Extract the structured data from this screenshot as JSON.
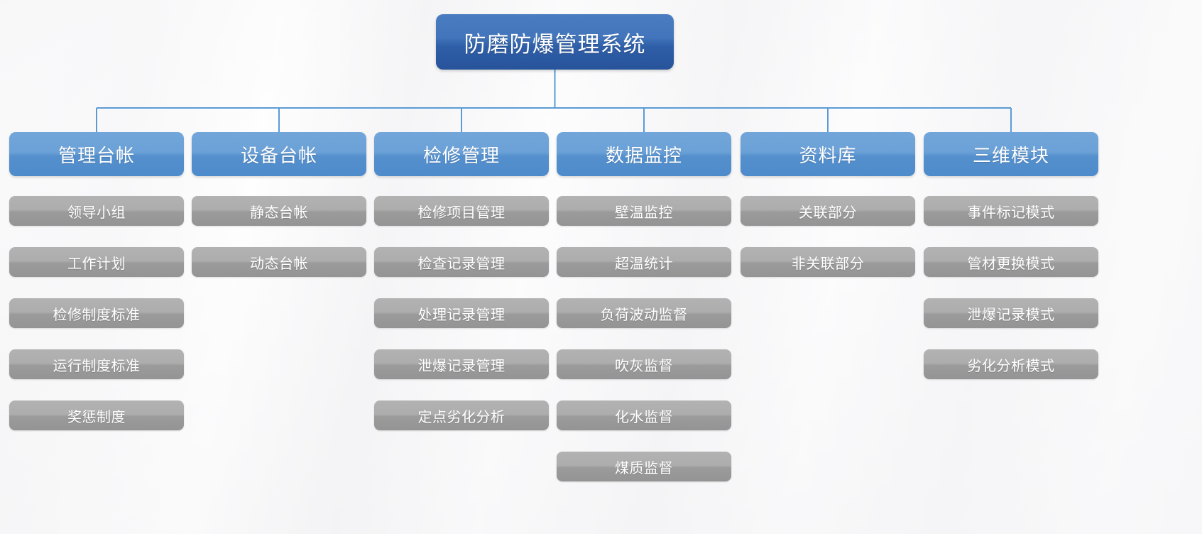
{
  "diagram": {
    "title": "防磨防爆管理系统",
    "type": "organization-tree",
    "colors": {
      "root_fill_top": "#4a7cc0",
      "root_fill_bottom": "#27539a",
      "level2_fill_top": "#72a6da",
      "level2_fill_bottom": "#4e8bcb",
      "level3_fill_top": "#b2b2b2",
      "level3_fill_bottom": "#949494",
      "connector": "#5b9bd5",
      "text": "#ffffff",
      "background": "#f7f7f8"
    },
    "root": {
      "label": "防磨防爆管理系统"
    },
    "columns": [
      {
        "label": "管理台帐",
        "children": [
          {
            "label": "领导小组"
          },
          {
            "label": "工作计划"
          },
          {
            "label": "检修制度标准"
          },
          {
            "label": "运行制度标准"
          },
          {
            "label": "奖惩制度"
          }
        ]
      },
      {
        "label": "设备台帐",
        "children": [
          {
            "label": "静态台帐"
          },
          {
            "label": "动态台帐"
          }
        ]
      },
      {
        "label": "检修管理",
        "children": [
          {
            "label": "检修项目管理"
          },
          {
            "label": "检查记录管理"
          },
          {
            "label": "处理记录管理"
          },
          {
            "label": "泄爆记录管理"
          },
          {
            "label": "定点劣化分析"
          }
        ]
      },
      {
        "label": "数据监控",
        "children": [
          {
            "label": "壁温监控"
          },
          {
            "label": "超温统计"
          },
          {
            "label": "负荷波动监督"
          },
          {
            "label": "吹灰监督"
          },
          {
            "label": "化水监督"
          },
          {
            "label": "煤质监督"
          }
        ]
      },
      {
        "label": "资料库",
        "children": [
          {
            "label": "关联部分"
          },
          {
            "label": "非关联部分"
          }
        ]
      },
      {
        "label": "三维模块",
        "children": [
          {
            "label": "事件标记模式"
          },
          {
            "label": "管材更换模式"
          },
          {
            "label": "泄爆记录模式"
          },
          {
            "label": "劣化分析模式"
          }
        ]
      }
    ]
  }
}
